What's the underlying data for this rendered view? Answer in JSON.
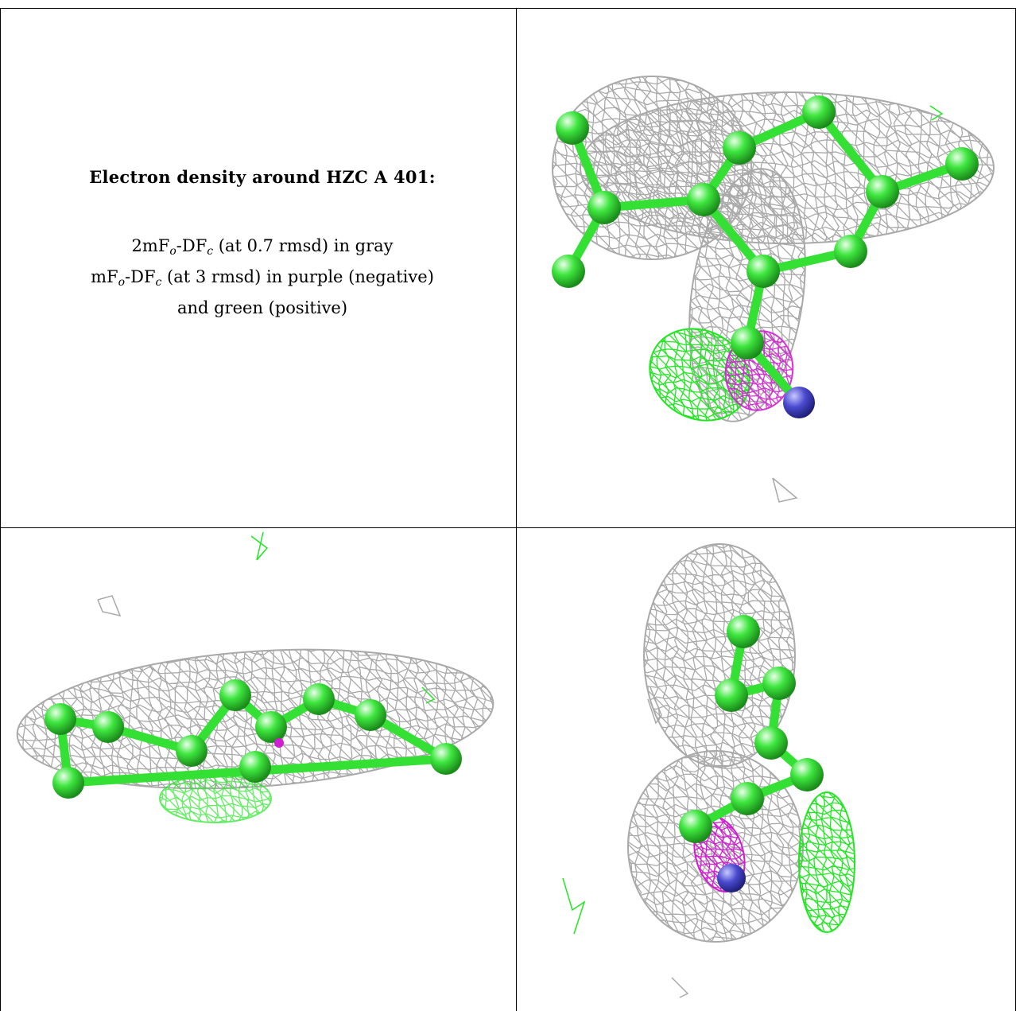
{
  "caption": {
    "title": "Electron density around HZC A 401:",
    "line1_prefix": "2mF",
    "line1_sub1": "o",
    "line1_mid": "-DF",
    "line1_sub2": "c",
    "line1_suffix": " (at 0.7 rmsd) in gray",
    "line2_prefix": "mF",
    "line2_sub1": "o",
    "line2_mid": "-DF",
    "line2_sub2": "c",
    "line2_suffix": " (at 3 rmsd) in purple (negative)",
    "line3": "and green (positive)"
  },
  "colors": {
    "mesh_gray": "#a9a9a9",
    "atom_green": "#3ee63e",
    "bond_green": "#35e035",
    "mesh_green": "#22e622",
    "mesh_purple": "#d21ed2",
    "atom_nitrogen": "#4a4ad0"
  },
  "panels": {
    "top_right": "view-1",
    "bottom_left": "view-2",
    "bottom_right": "view-3"
  }
}
